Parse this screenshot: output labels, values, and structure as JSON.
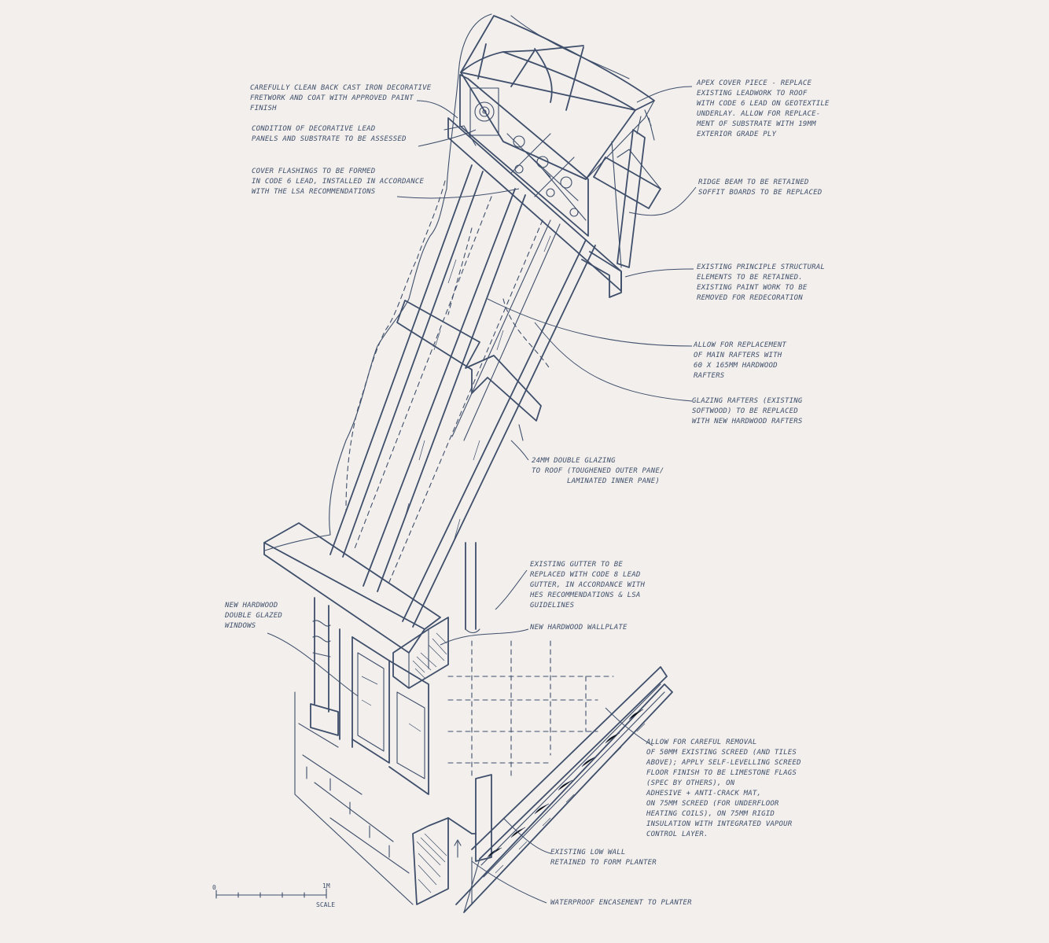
{
  "annotations": {
    "fretwork": "CAREFULLY CLEAN BACK CAST IRON DECORATIVE\nFRETWORK AND COAT WITH APPROVED PAINT\nFINISH",
    "lead_panels": "CONDITION OF DECORATIVE LEAD\nPANELS AND SUBSTRATE TO BE ASSESSED",
    "cover_flashings": "COVER FLASHINGS TO BE FORMED\nIN CODE 6 LEAD, INSTALLED IN ACCORDANCE\nWITH THE LSA RECOMMENDATIONS",
    "apex_cover": "APEX COVER PIECE - REPLACE\nEXISTING LEADWORK TO ROOF\nWITH CODE 6 LEAD ON GEOTEXTILE\nUNDERLAY. ALLOW FOR REPLACE-\nMENT OF SUBSTRATE WITH 19MM\nEXTERIOR GRADE PLY",
    "ridge_beam": "RIDGE BEAM TO BE RETAINED\nSOFFIT BOARDS TO BE REPLACED",
    "structural_elements": "EXISTING PRINCIPLE STRUCTURAL\nELEMENTS TO BE RETAINED.\nEXISTING PAINT WORK TO BE\nREMOVED FOR REDECORATION",
    "main_rafters": "ALLOW FOR REPLACEMENT\nOF MAIN RAFTERS WITH\n60 x 165mm HARDWOOD\nRAFTERS",
    "glazing_rafters": "GLAZING RAFTERS (EXISTING\nSOFTWOOD) TO BE REPLACED\nWITH NEW HARDWOOD RAFTERS",
    "double_glazing": "24mm DOUBLE GLAZING\nTO ROOF (TOUGHENED OUTER PANE/\n        LAMINATED INNER PANE)",
    "gutter": "EXISTING GUTTER TO BE\nREPLACED WITH CODE 8 LEAD\nGUTTER, IN ACCORDANCE WITH\nHES RECOMMENDATIONS & LSA\nGUIDELINES",
    "wallplate": "NEW HARDWOOD WALLPLATE",
    "windows": "NEW HARDWOOD\nDOUBLE GLAZED\nWINDOWS",
    "screed": "ALLOW FOR CAREFUL REMOVAL\nOF 50mm EXISTING SCREED (AND TILES\nABOVE); APPLY SELF-LEVELLING SCREED\nFLOOR FINISH TO BE LIMESTONE FLAGS\n(SPEC BY OTHERS), ON\nADHESIVE + ANTI-CRACK MAT,\nON 75mm SCREED (FOR UNDERFLOOR\nHEATING COILS), ON 75mm RIGID\nINSULATION WITH INTEGRATED VAPOUR\nCONTROL LAYER.",
    "low_wall": "EXISTING LOW WALL\nRETAINED TO FORM PLANTER",
    "waterproof": "WATERPROOF ENCASEMENT TO PLANTER"
  },
  "scale": {
    "zero": "0",
    "end": "1M",
    "label": "SCALE"
  },
  "colors": {
    "ink": "#3f4f6b",
    "paper": "#f2efec"
  }
}
